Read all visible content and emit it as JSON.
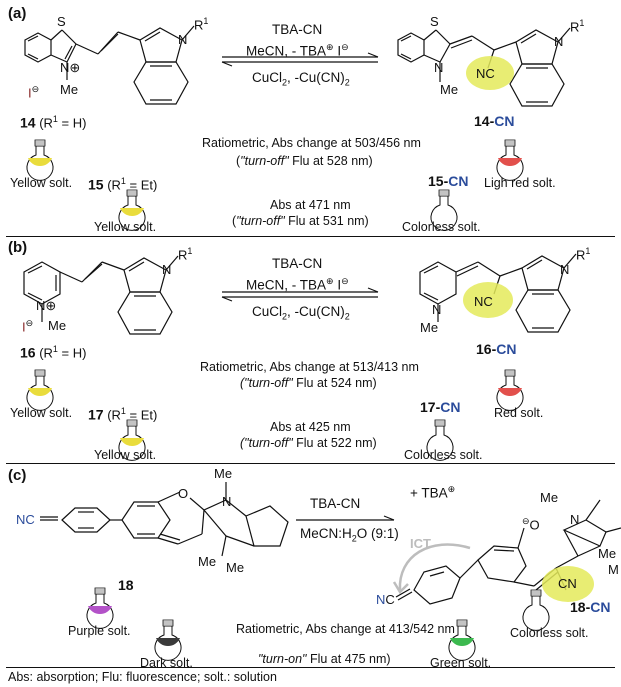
{
  "colors": {
    "yellow": "#e9dc3c",
    "yellow_highlight": "#e4ea5a",
    "red": "#e2504c",
    "purple": "#b352c8",
    "dark": "#3a3a3a",
    "green": "#3cb94f",
    "blue_text": "#2b4c9b"
  },
  "panels": {
    "a": {
      "label": "(a)",
      "reagent_top": "TBA-CN",
      "reagent_mid": "MeCN, - TBA",
      "reagent_bottom": "CuCl",
      "reagent_bottom_tail": ", -Cu(CN)",
      "cmpd14": "14",
      "cmpd14_r": " (R",
      "cmpd14_r2": " = H)",
      "cmpd15": "15",
      "cmpd15_r": " (R",
      "cmpd15_r2": " = Et)",
      "product14": "14-",
      "product14_cn": "CN",
      "product15": "15-",
      "product15_cn": "CN",
      "note1": "Ratiometric, Abs change at 503/456 nm",
      "note2a": "(",
      "note2b": "\"turn-off\"",
      "note2c": " Flu at 528 nm)",
      "note3": "Abs at 471 nm",
      "note4b": "\"turn-off\"",
      "note4c": " Flu at 531 nm)",
      "sol_yellow1": "Yellow solt.",
      "sol_yellow2": "Yellow solt.",
      "sol_red": "Ligh red solt.",
      "sol_colorless": "Colorless solt."
    },
    "b": {
      "label": "(b)",
      "reagent_top": "TBA-CN",
      "reagent_mid": "MeCN, - TBA",
      "reagent_bottom": "CuCl",
      "reagent_bottom_tail": ", -Cu(CN)",
      "cmpd16": "16",
      "cmpd16_r": " (R",
      "cmpd16_r2": " = H)",
      "cmpd17": "17",
      "cmpd17_r": " (R",
      "cmpd17_r2": " = Et)",
      "product16": "16-",
      "product16_cn": "CN",
      "product17": "17-",
      "product17_cn": "CN",
      "note1": "Ratiometric, Abs change at 513/413 nm",
      "note2b": "(\"turn-off\"",
      "note2c": " Flu at 524 nm)",
      "note3": "Abs at 425 nm",
      "note4b": "(\"turn-off\"",
      "note4c": " Flu at 522 nm)",
      "sol_yellow1": "Yellow solt.",
      "sol_yellow2": "Yellow solt.",
      "sol_red": "Red solt.",
      "sol_colorless": "Colorless solt."
    },
    "c": {
      "label": "(c)",
      "reagent_top": "TBA-CN",
      "reagent_bottom": "MeCN:H",
      "reagent_bottom_tail": "O (9:1)",
      "byproduct": "+  TBA",
      "cmpd18": "18",
      "product18": "18-",
      "product18_cn": "CN",
      "ict": "ICT",
      "note1": "Ratiometric, Abs change at 413/542 nm",
      "note2b": "\"turn-on\"",
      "note2c": " Flu at 475 nm)",
      "sol_purple": "Purple solt.",
      "sol_dark": "Dark solt.",
      "sol_colorless": "Colorless solt.",
      "sol_green": "Green solt."
    }
  },
  "atoms": {
    "S": "S",
    "N": "N",
    "O": "O",
    "Me": "Me",
    "R1": "R",
    "one": "1",
    "two": "2",
    "I": "I",
    "NC": "NC",
    "CN": "CN",
    "N_blue": "N",
    "C_blue": "C",
    "Me_trunc": "Me",
    "Mo_trunc": "M"
  },
  "footer": "Abs: absorption; Flu: fluorescence; solt.: solution"
}
